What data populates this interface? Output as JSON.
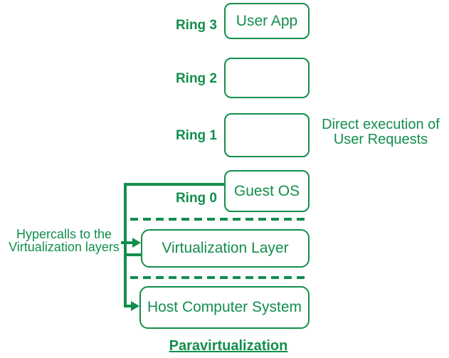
{
  "colors": {
    "green": "#128E4C",
    "background": "#FFFFFF"
  },
  "rings": [
    {
      "label": "Ring 3",
      "box_text": "User App"
    },
    {
      "label": "Ring 2",
      "box_text": ""
    },
    {
      "label": "Ring 1",
      "box_text": ""
    },
    {
      "label": "Ring 0",
      "box_text": "Guest OS"
    }
  ],
  "layers": [
    {
      "box_text": "Virtualization Layer"
    },
    {
      "box_text": "Host Computer System"
    }
  ],
  "annotations": {
    "direct_execution": {
      "line1": "Direct execution of",
      "line2": "User Requests"
    },
    "hypercalls": {
      "line1": "Hypercalls to the",
      "line2": "Virtualization layers"
    }
  },
  "title": "Paravirtualization"
}
